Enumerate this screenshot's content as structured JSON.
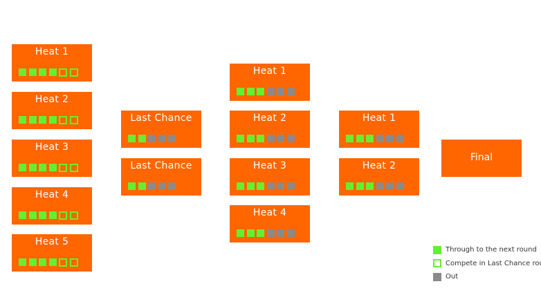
{
  "colors": {
    "box": "#ff6600",
    "through": "#66ee33",
    "out": "#8a8a8a",
    "text": "#ffffff"
  },
  "rounds": [
    {
      "round": "heats",
      "boxes": [
        {
          "title": "Heat 1",
          "slots": [
            "through",
            "through",
            "through",
            "through",
            "compete",
            "compete"
          ]
        },
        {
          "title": "Heat 2",
          "slots": [
            "through",
            "through",
            "through",
            "through",
            "compete",
            "compete"
          ]
        },
        {
          "title": "Heat 3",
          "slots": [
            "through",
            "through",
            "through",
            "through",
            "compete",
            "compete"
          ]
        },
        {
          "title": "Heat 4",
          "slots": [
            "through",
            "through",
            "through",
            "through",
            "compete",
            "compete"
          ]
        },
        {
          "title": "Heat 5",
          "slots": [
            "through",
            "through",
            "through",
            "through",
            "compete",
            "compete"
          ]
        }
      ]
    },
    {
      "round": "last-chance",
      "boxes": [
        {
          "title": "Last Chance",
          "slots": [
            "through",
            "through",
            "out",
            "out",
            "out"
          ]
        },
        {
          "title": "Last Chance",
          "slots": [
            "through",
            "through",
            "out",
            "out",
            "out"
          ]
        }
      ]
    },
    {
      "round": "quarter",
      "boxes": [
        {
          "title": "Heat 1",
          "slots": [
            "through",
            "through",
            "through",
            "out",
            "out",
            "out"
          ]
        },
        {
          "title": "Heat 2",
          "slots": [
            "through",
            "through",
            "through",
            "out",
            "out",
            "out"
          ]
        },
        {
          "title": "Heat 3",
          "slots": [
            "through",
            "through",
            "through",
            "out",
            "out",
            "out"
          ]
        },
        {
          "title": "Heat 4",
          "slots": [
            "through",
            "through",
            "through",
            "out",
            "out",
            "out"
          ]
        }
      ]
    },
    {
      "round": "semi",
      "boxes": [
        {
          "title": "Heat 1",
          "slots": [
            "through",
            "through",
            "through",
            "out",
            "out",
            "out"
          ]
        },
        {
          "title": "Heat 2",
          "slots": [
            "through",
            "through",
            "through",
            "out",
            "out",
            "out"
          ]
        }
      ]
    }
  ],
  "final": {
    "title": "Final"
  },
  "legend": [
    {
      "type": "through",
      "label": "Through to the next round"
    },
    {
      "type": "compete",
      "label": "Compete in Last Chance round"
    },
    {
      "type": "out",
      "label": "Out"
    }
  ]
}
